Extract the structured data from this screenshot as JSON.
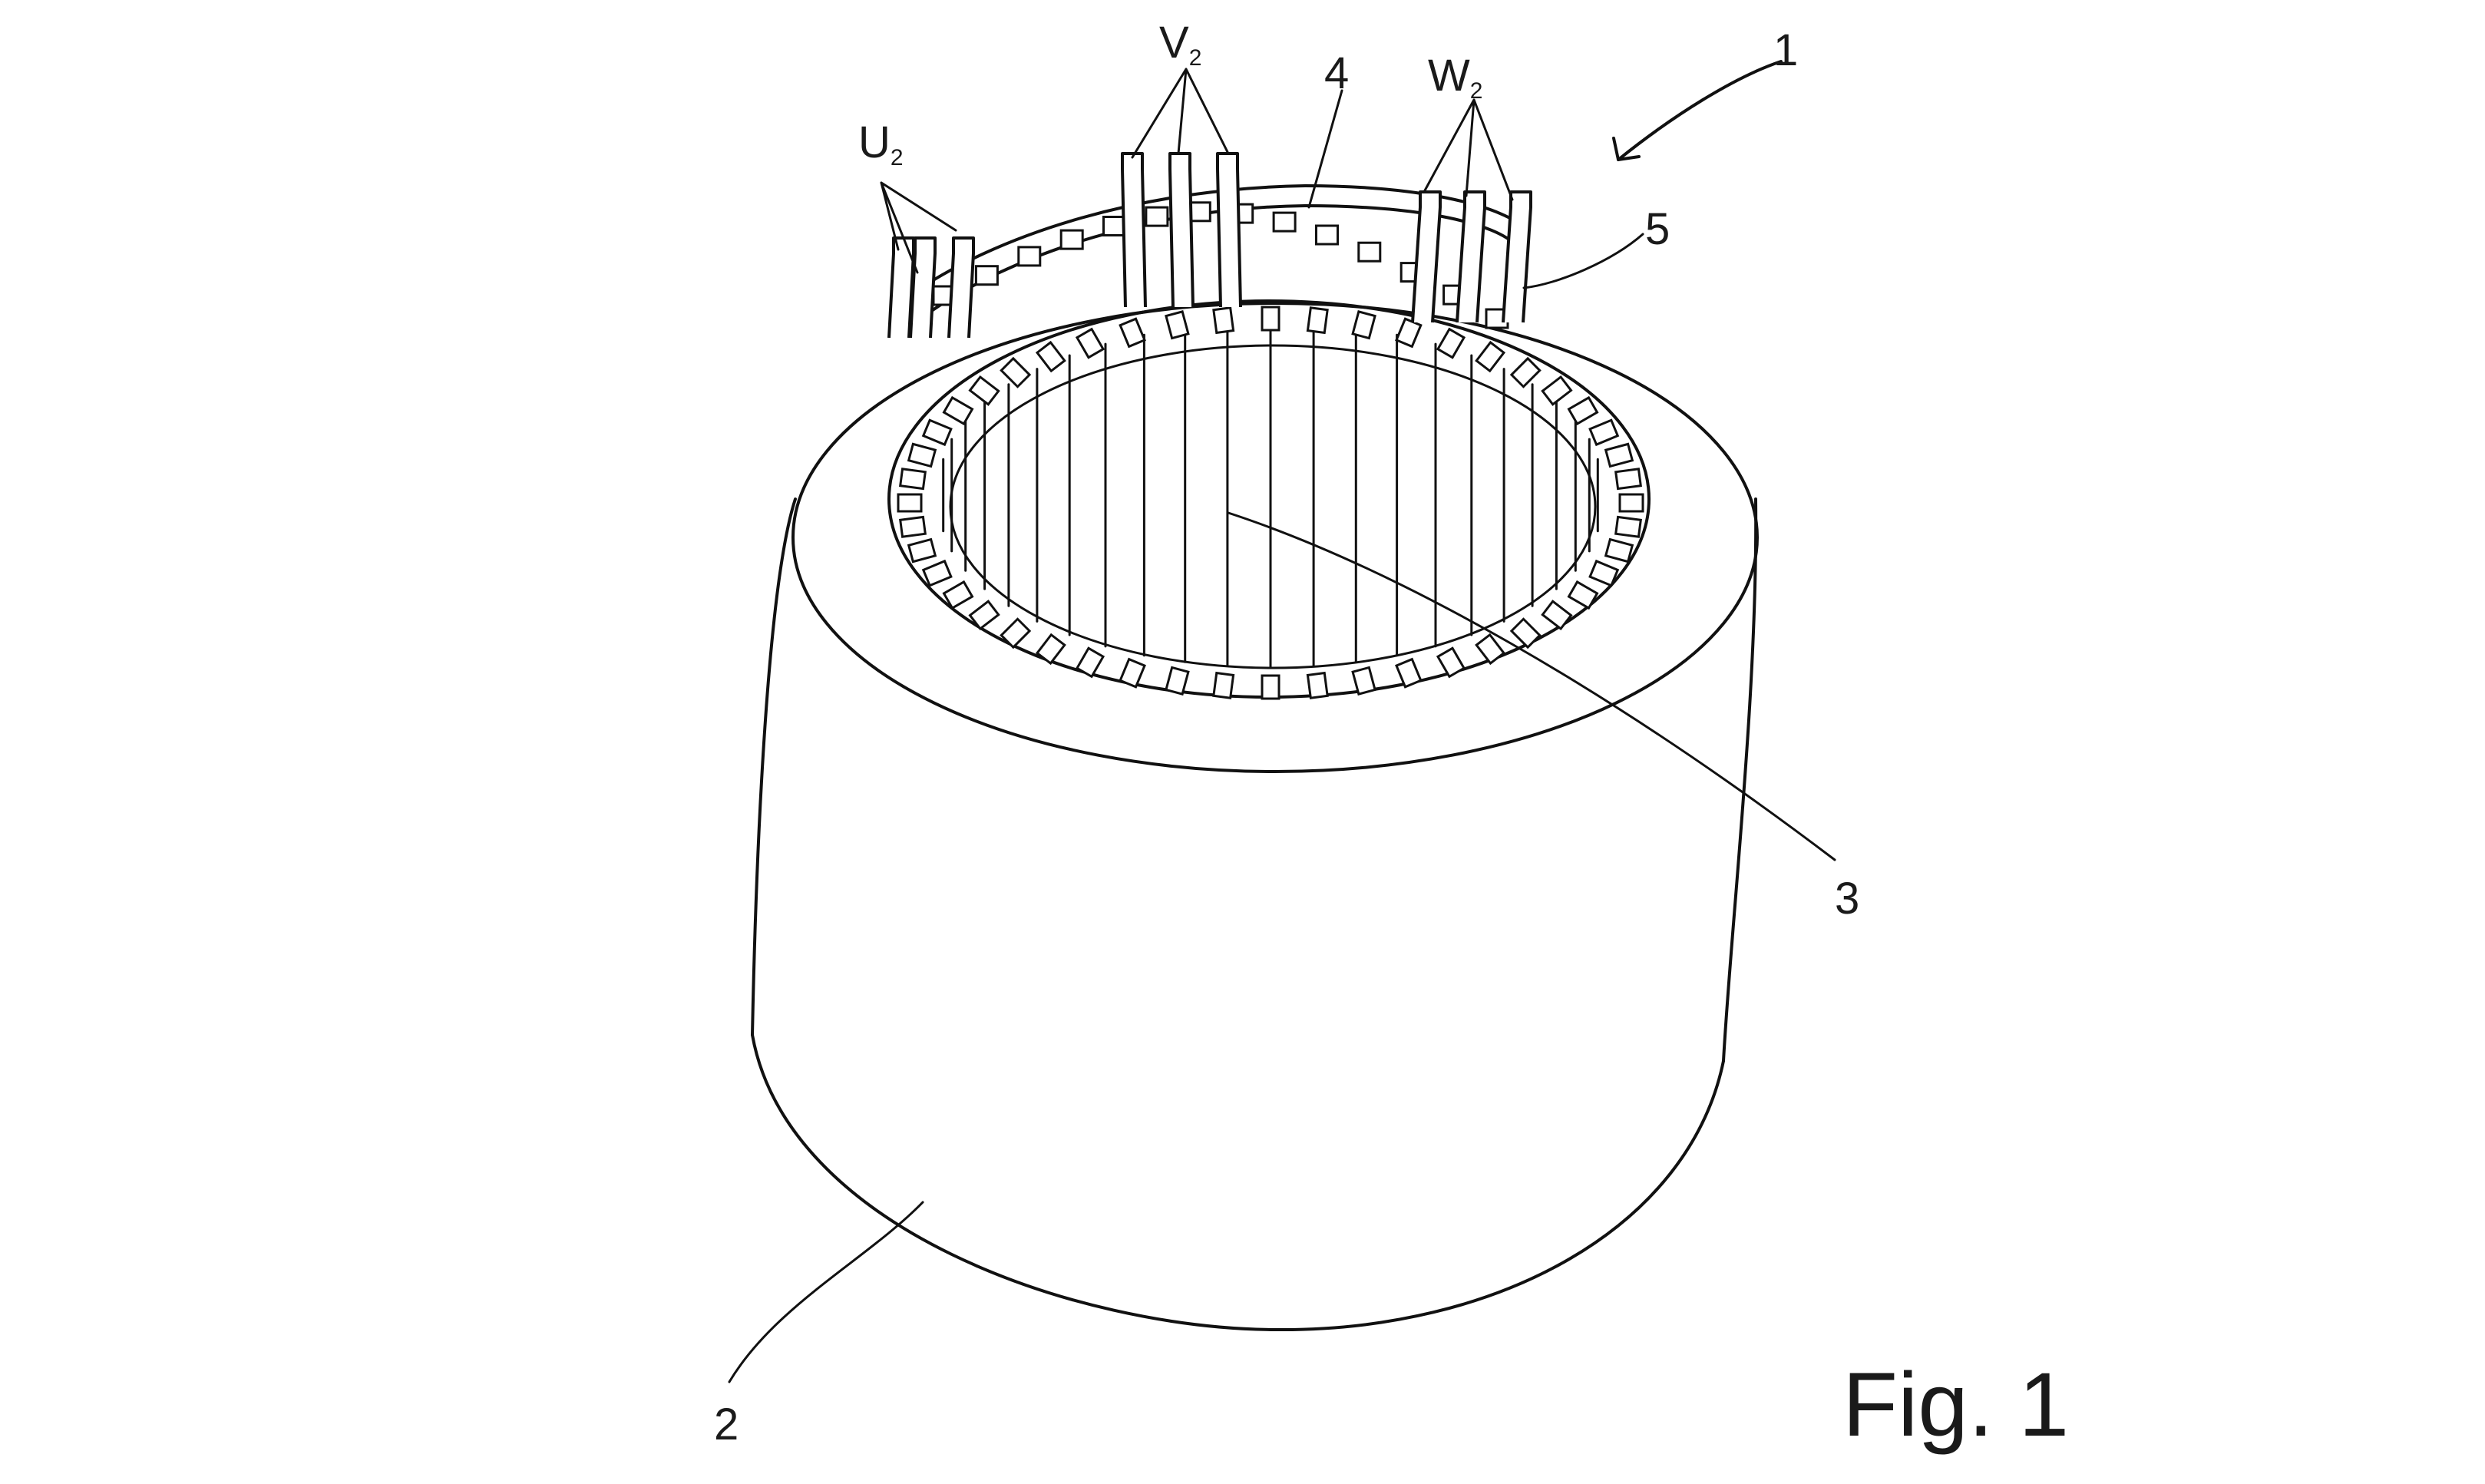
{
  "labels": {
    "assembly": "1",
    "housing": "2",
    "winding": "3",
    "ring": "4",
    "connector": "5",
    "u_letter": "U",
    "u_sub": "2",
    "v_letter": "V",
    "v_sub": "2",
    "w_letter": "W",
    "w_sub": "2"
  },
  "caption": "Fig. 1",
  "counts": {
    "slots": 48
  }
}
